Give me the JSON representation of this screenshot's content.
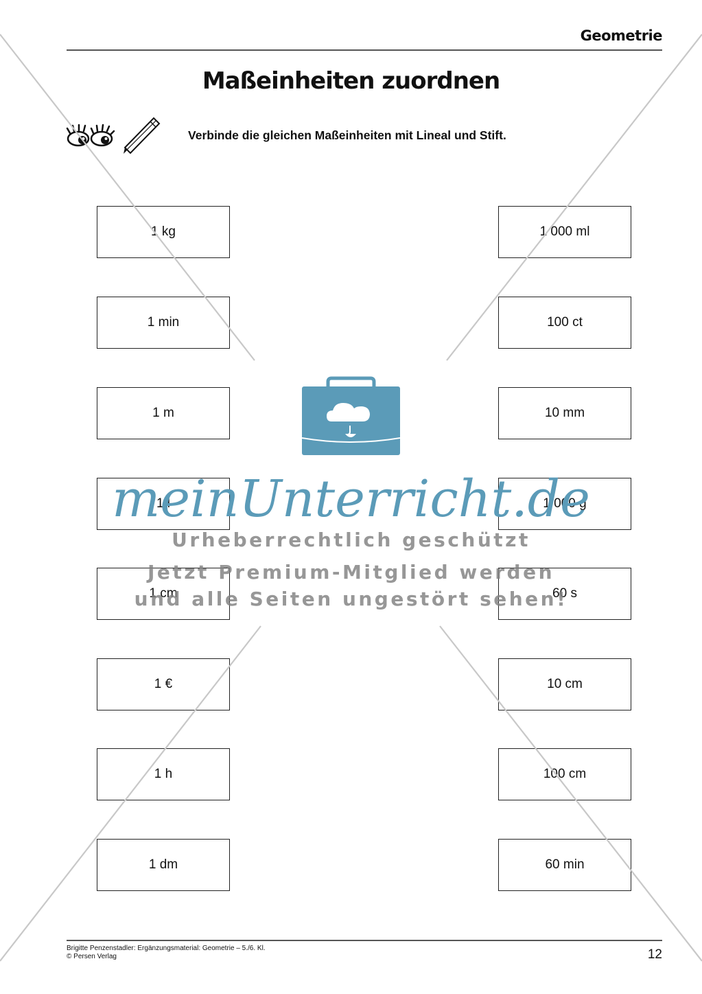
{
  "header": {
    "subject": "Geometrie"
  },
  "title": "Maßeinheiten zuordnen",
  "instruction": "Verbinde die gleichen Maßeinheiten mit Lineal und Stift.",
  "icons": [
    "eyes-icon",
    "pencil-icon"
  ],
  "left_items": [
    "1 kg",
    "1 min",
    "1 m",
    "1 l",
    "1 cm",
    "1 €",
    "1 h",
    "1 dm"
  ],
  "right_items": [
    "1 000 ml",
    "100 ct",
    "10 mm",
    "1 000 g",
    "60 s",
    "10 cm",
    "100 cm",
    "60 min"
  ],
  "footer": {
    "credit": "Brigitte Penzenstadler: Ergänzungsmaterial: Geometrie – 5./6. Kl.",
    "publisher": "© Persen Verlag",
    "page": "12"
  },
  "watermark": {
    "brand": "meinUnterricht.de",
    "line1": "Urheberrechtlich geschützt",
    "line2": "Jetzt Premium-Mitglied werden",
    "line3": "und alle Seiten ungestört sehen!",
    "color": "#5b9bb8"
  }
}
